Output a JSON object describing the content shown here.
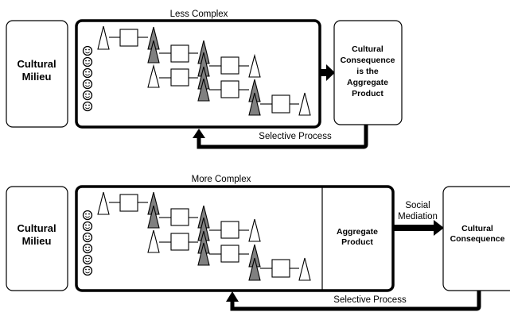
{
  "top": {
    "heading": "Less Complex",
    "milieu_line1": "Cultural",
    "milieu_line2": "Milieu",
    "consequence_lines": [
      "Cultural",
      "Consequence",
      "is the",
      "Aggregate",
      "Product"
    ],
    "feedback_label": "Selective Process"
  },
  "bottom": {
    "heading": "More Complex",
    "milieu_line1": "Cultural",
    "milieu_line2": "Milieu",
    "aggregate_lines": [
      "Aggregate",
      "Product"
    ],
    "mediation_lines": [
      "Social",
      "Mediation"
    ],
    "consequence_lines": [
      "Cultural",
      "Consequence"
    ],
    "feedback_label": "Selective Process"
  },
  "faces_per_column": 6,
  "colors": {
    "stroke": "#000000",
    "shaded": "#808080",
    "fill": "#ffffff"
  }
}
